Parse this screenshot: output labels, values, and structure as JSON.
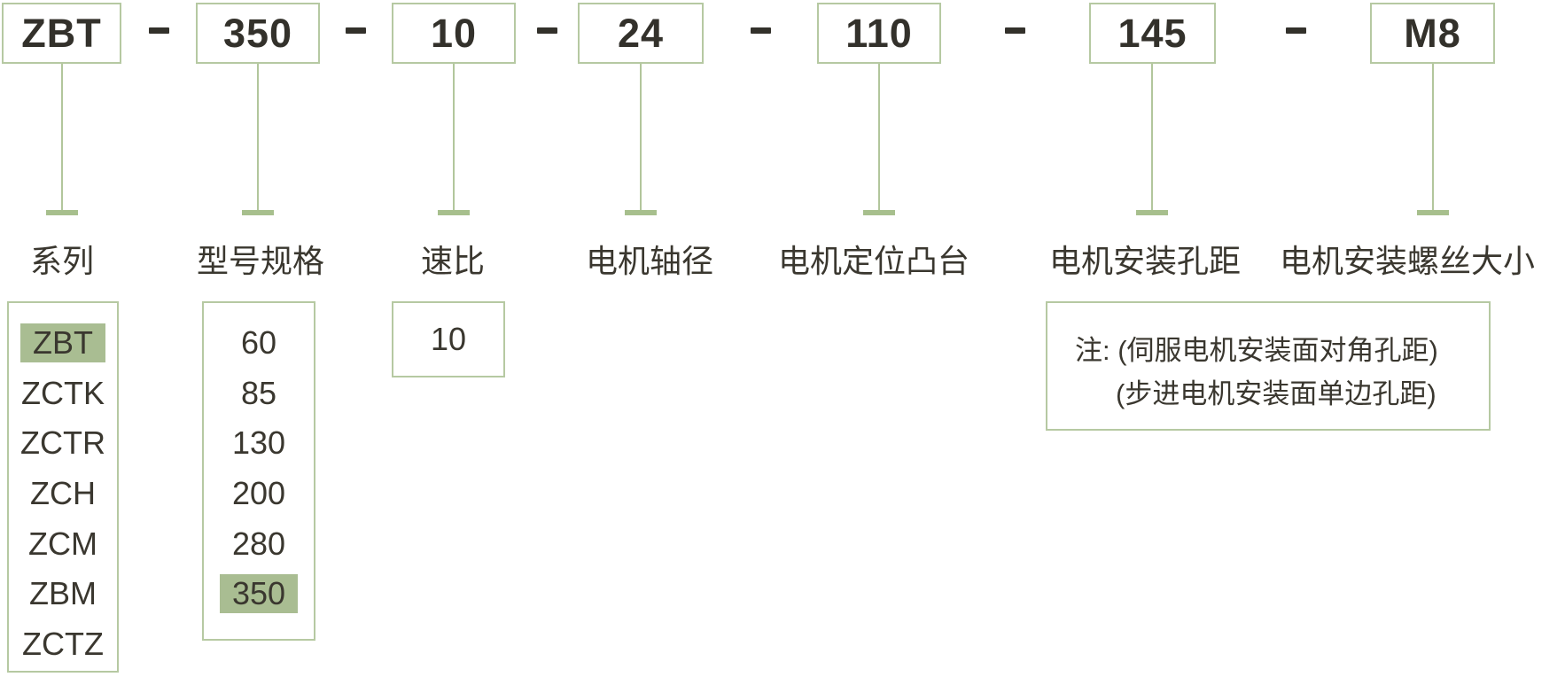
{
  "model_code": {
    "separator": "-",
    "segments": [
      {
        "key": "series",
        "value": "ZBT",
        "label": "系列"
      },
      {
        "key": "model-spec",
        "value": "350",
        "label": "型号规格"
      },
      {
        "key": "speed-ratio",
        "value": "10",
        "label": "速比"
      },
      {
        "key": "shaft-diameter",
        "value": "24",
        "label": "电机轴径"
      },
      {
        "key": "locating-boss",
        "value": "110",
        "label": "电机定位凸台"
      },
      {
        "key": "mounting-hole-distance",
        "value": "145",
        "label": "电机安装孔距"
      },
      {
        "key": "mounting-screw-size",
        "value": "M8",
        "label": "电机安装螺丝大小"
      }
    ]
  },
  "options": {
    "series": {
      "items": [
        "ZBT",
        "ZCTK",
        "ZCTR",
        "ZCH",
        "ZCM",
        "ZBM",
        "ZCTZ"
      ],
      "selected": "ZBT"
    },
    "model_spec": {
      "items": [
        "60",
        "85",
        "130",
        "200",
        "280",
        "350"
      ],
      "selected": "350"
    },
    "speed_ratio": {
      "items": [
        "10"
      ],
      "selected": ""
    }
  },
  "note": {
    "line1": "注: (伺服电机安装面对角孔距)",
    "line2": "(步进电机安装面单边孔距)"
  },
  "colors": {
    "accent_border_green": "#b6c9a2",
    "connector_line_green": "#b2c69c",
    "tick_green": "#a7bf8d",
    "highlight_green": "#a9bd92",
    "text_dark": "#3a372f"
  }
}
